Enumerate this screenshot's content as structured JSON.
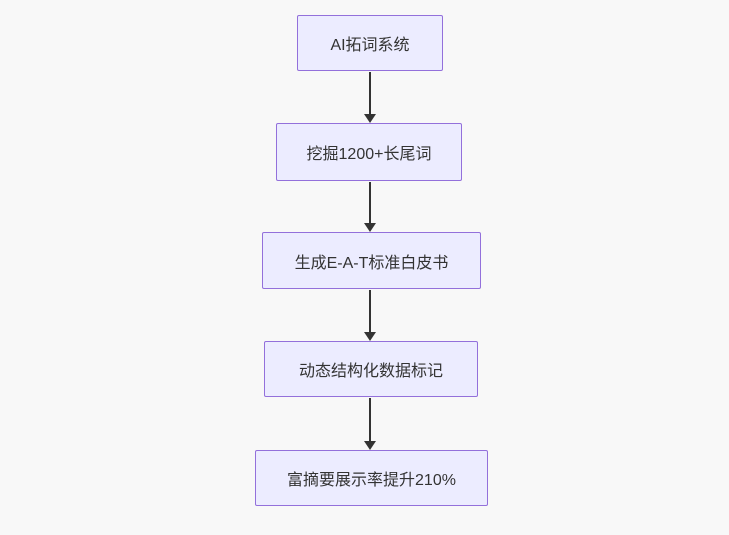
{
  "flowchart": {
    "direction": "top-down",
    "nodes": [
      {
        "id": "A",
        "label": "AI拓词系统"
      },
      {
        "id": "B",
        "label": "挖掘1200+长尾词"
      },
      {
        "id": "C",
        "label": "生成E-A-T标准白皮书"
      },
      {
        "id": "D",
        "label": "动态结构化数据标记"
      },
      {
        "id": "E",
        "label": "富摘要展示率提升210%"
      }
    ],
    "edges": [
      {
        "from": "A",
        "to": "B",
        "style": "arrow"
      },
      {
        "from": "B",
        "to": "C",
        "style": "arrow"
      },
      {
        "from": "C",
        "to": "D",
        "style": "arrow"
      },
      {
        "from": "D",
        "to": "E",
        "style": "arrow"
      }
    ],
    "colors": {
      "background": "#f8f8f8",
      "node_fill": "#ECECFF",
      "node_border": "#9370DB",
      "arrow": "#333333",
      "text": "#333333"
    }
  }
}
